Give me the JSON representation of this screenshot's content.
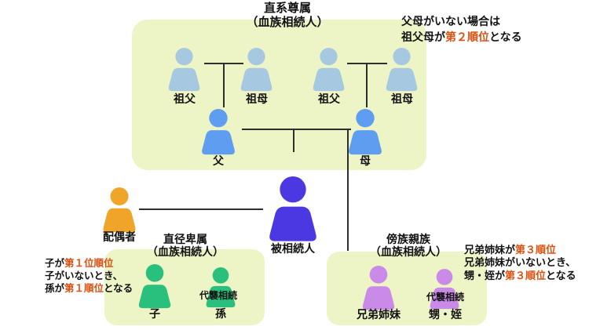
{
  "colors": {
    "box_bg": "#edf4c6",
    "light_blue": "#a6c8e0",
    "blue": "#5f9df0",
    "violet": "#4c38e2",
    "orange": "#f0a52a",
    "green": "#29bf7c",
    "purple": "#c98ae8",
    "accent": "#dd4f0e",
    "line": "#2f2f2f",
    "text": "#111111"
  },
  "groups": {
    "ascendants": {
      "title": "直系尊属",
      "subtitle": "（血族相続人）"
    },
    "descendants": {
      "title": "直径卑属",
      "subtitle": "（血族相続人）"
    },
    "collaterals": {
      "title": "傍族親族",
      "subtitle": "（血族相続人）"
    }
  },
  "persons": {
    "grandfather_paternal": "祖父",
    "grandmother_paternal": "祖母",
    "grandfather_maternal": "祖父",
    "grandmother_maternal": "祖母",
    "father": "父",
    "mother": "母",
    "spouse": "配偶者",
    "decedent": "被相続人",
    "child": "子",
    "grandchild": "孫",
    "siblings": "兄弟姉妹",
    "nephew_niece": "甥・姪"
  },
  "labels": {
    "substitution_grandchild": "代襲相続",
    "substitution_nephew": "代襲相続"
  },
  "notes": {
    "grandparents": {
      "lines": [
        [
          {
            "text": "父母がいない場合は"
          }
        ],
        [
          {
            "text": "祖父母が"
          },
          {
            "text": "第２順位",
            "accent": true
          },
          {
            "text": "となる"
          }
        ]
      ]
    },
    "children": {
      "lines": [
        [
          {
            "text": "子が"
          },
          {
            "text": "第１位順位",
            "accent": true
          }
        ],
        [
          {
            "text": "子がいないとき、"
          }
        ],
        [
          {
            "text": "孫が"
          },
          {
            "text": "第１順位",
            "accent": true
          },
          {
            "text": "となる"
          }
        ]
      ]
    },
    "siblings": {
      "lines": [
        [
          {
            "text": "兄弟姉妹が"
          },
          {
            "text": "第３順位",
            "accent": true
          }
        ],
        [
          {
            "text": "兄弟姉妹がいないとき、"
          }
        ],
        [
          {
            "text": "甥・姪が"
          },
          {
            "text": "第３順位",
            "accent": true
          },
          {
            "text": "となる"
          }
        ]
      ]
    }
  }
}
